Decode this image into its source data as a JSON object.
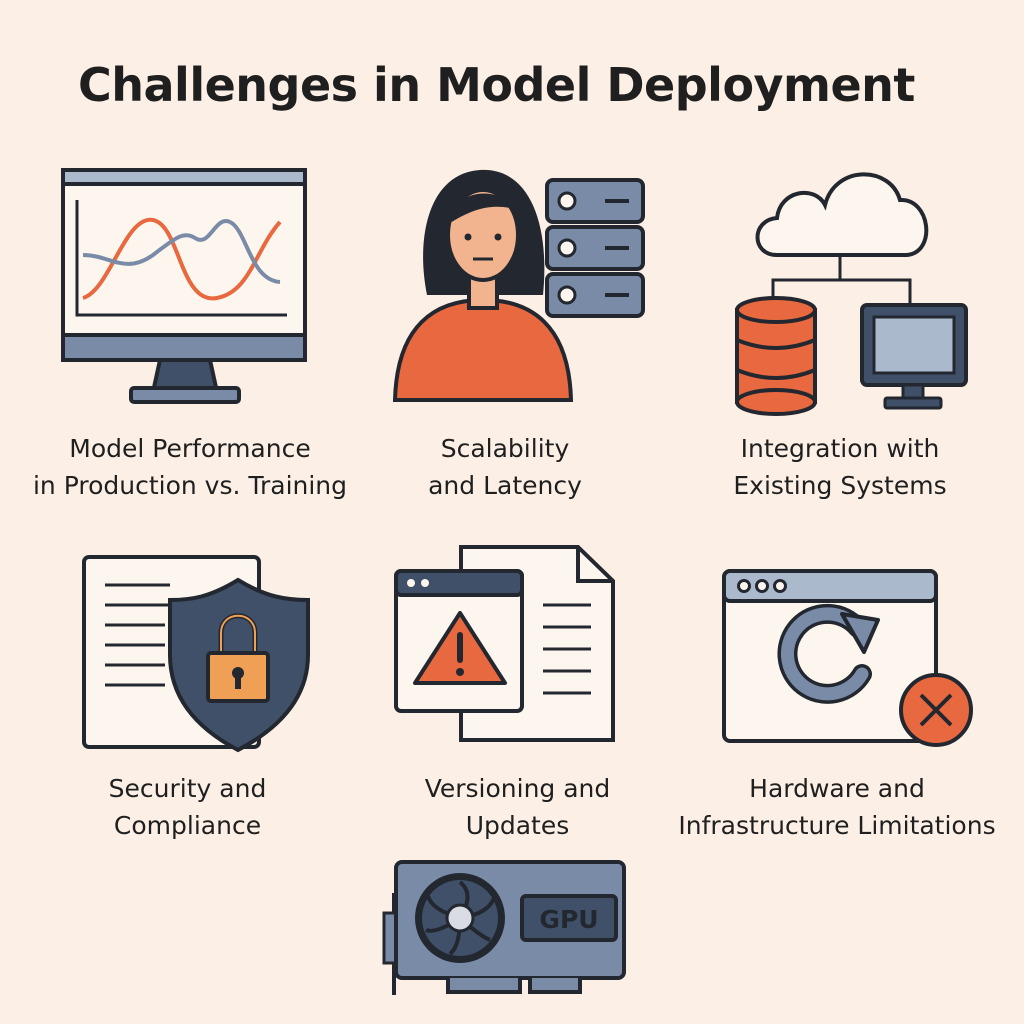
{
  "title": "Challenges in Model Deployment",
  "colors": {
    "background": "#fcf0e6",
    "outline": "#23272f",
    "orange": "#e8693f",
    "slate": "#7a8ba8",
    "navy": "#3f5068",
    "amber": "#f0a055",
    "light_blue": "#aab9cc"
  },
  "items": [
    {
      "icon": "monitor-chart-icon",
      "lines": [
        "Model Performance",
        "in Production vs. Training"
      ]
    },
    {
      "icon": "person-server-icon",
      "lines": [
        "Scalability",
        "and Latency"
      ]
    },
    {
      "icon": "cloud-network-icon",
      "lines": [
        "Integration with",
        "Existing Systems"
      ]
    },
    {
      "icon": "shield-lock-icon",
      "lines": [
        "Security and",
        "Compliance"
      ]
    },
    {
      "icon": "warning-window-icon",
      "lines": [
        "Versioning and",
        "Updates"
      ]
    },
    {
      "icon": "refresh-error-icon",
      "lines": [
        "Hardware and",
        "Infrastructure Limitations"
      ]
    }
  ],
  "gpu_label": "GPU"
}
